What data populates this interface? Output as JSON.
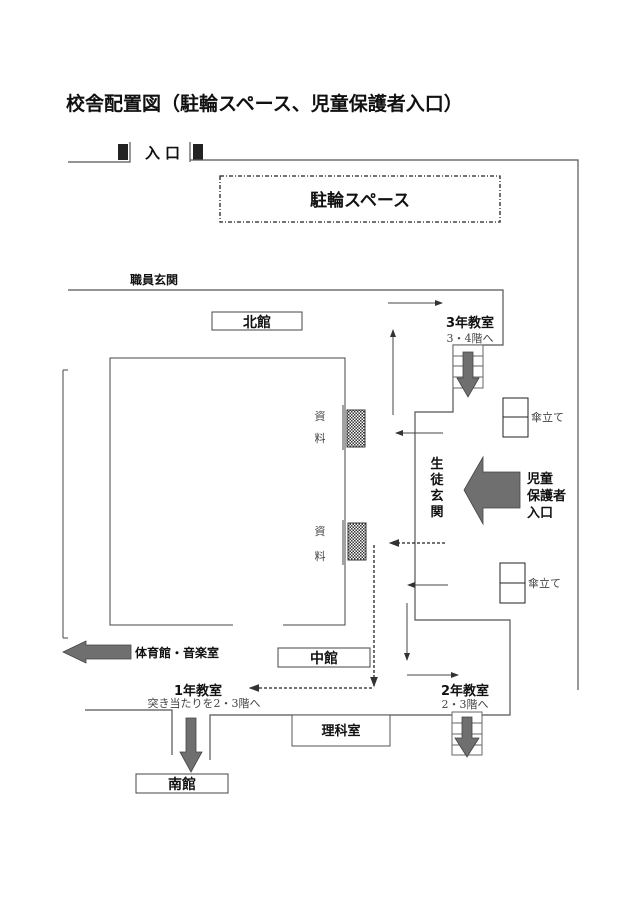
{
  "title": "校舎配置図（駐輪スペース、児童保護者入口）",
  "entrance": "入口",
  "bicycle_space": "駐輪スペース",
  "staff_entrance": "職員玄関",
  "buildings": {
    "north": "北館",
    "middle": "中館",
    "south": "南館"
  },
  "materials": [
    "資",
    "料"
  ],
  "student_entrance": [
    "生",
    "徒",
    "玄",
    "関"
  ],
  "parent_entrance": [
    "児童",
    "保護者",
    "入口"
  ],
  "umbrella_stand": "傘立て",
  "gym_music": "体育館・音楽室",
  "grade3": {
    "label": "3年教室",
    "note": "3・4階へ"
  },
  "grade1": {
    "label": "1年教室",
    "note": "突き当たりを2・3階へ"
  },
  "grade2": {
    "label": "2年教室",
    "note": "2・3階へ"
  },
  "science_room": "理科室"
}
